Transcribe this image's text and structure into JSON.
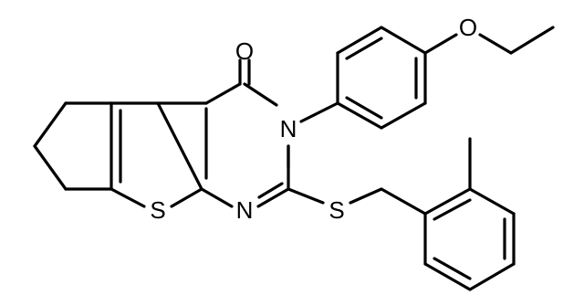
{
  "molecule": {
    "atoms": {
      "O_carbonyl": "O",
      "N3": "N",
      "N1": "N",
      "S_thiophene": "S",
      "S_thioether": "S",
      "O_ether": "O"
    }
  },
  "colors": {
    "bond": "#000000",
    "label": "#000000",
    "background": "#ffffff"
  }
}
